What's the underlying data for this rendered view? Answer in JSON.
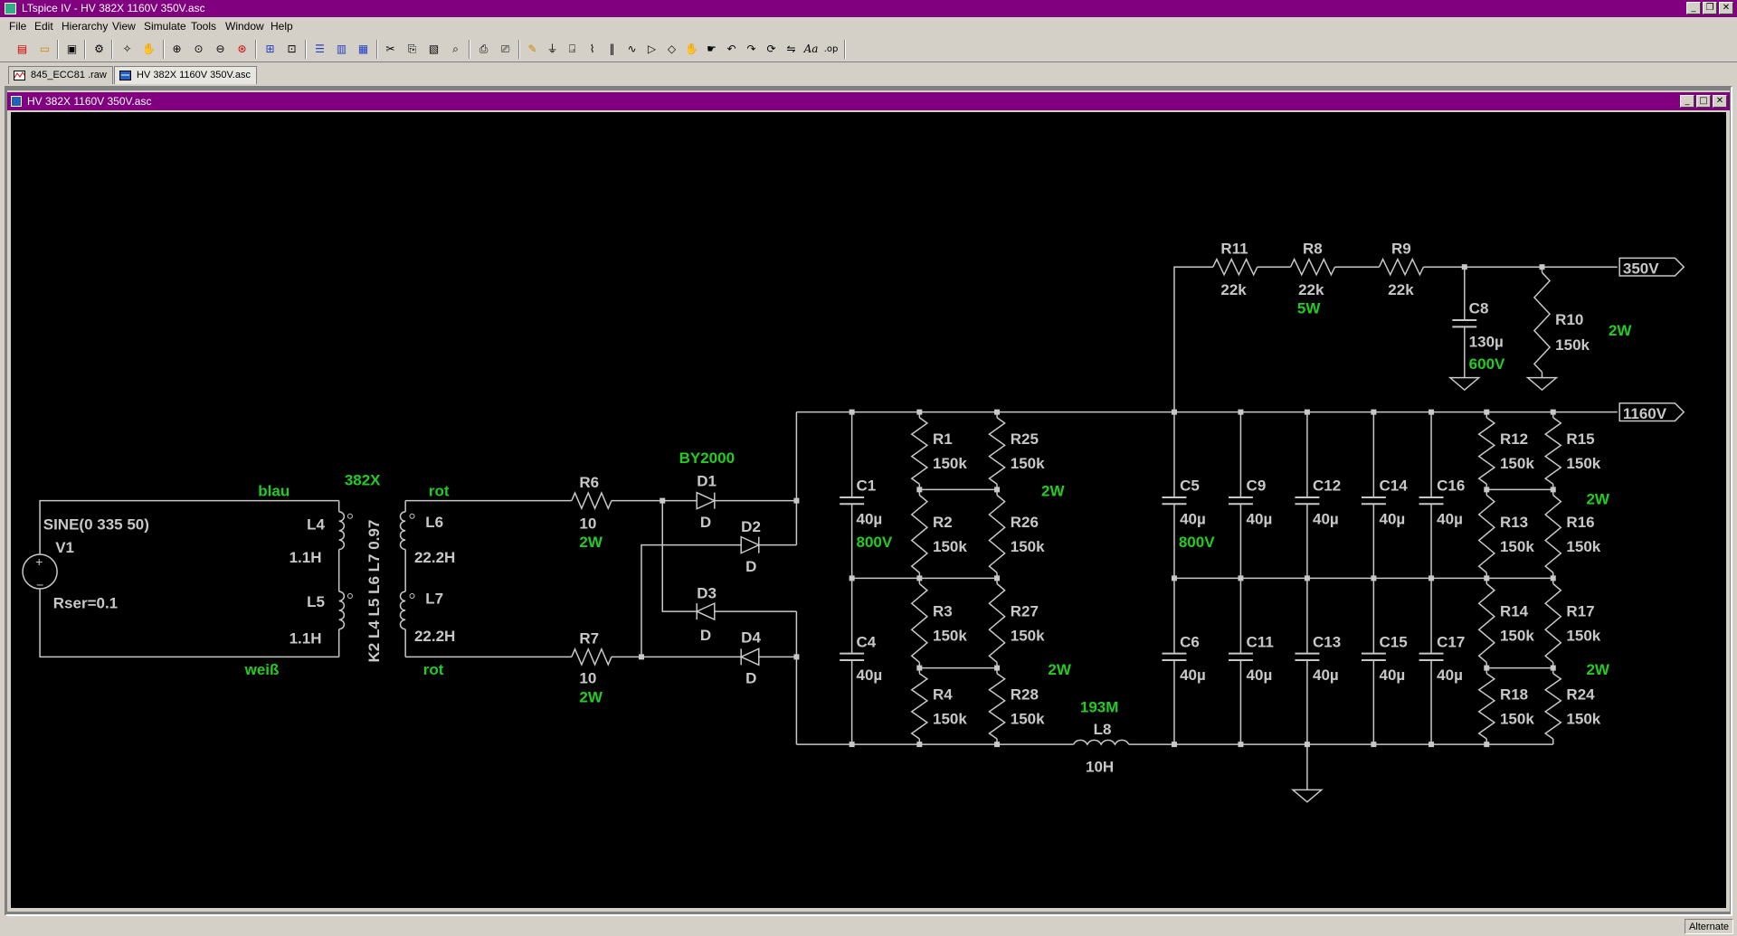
{
  "window": {
    "title": "LTspice IV - HV 382X 1160V 350V.asc"
  },
  "menu": [
    "File",
    "Edit",
    "Hierarchy",
    "View",
    "Simulate",
    "Tools",
    "Window",
    "Help"
  ],
  "tabs": [
    {
      "label": "845_ECC81 .raw"
    },
    {
      "label": "HV 382X 1160V 350V.asc"
    }
  ],
  "document": {
    "title": "HV 382X 1160V 350V.asc"
  },
  "status": {
    "mode": "Alternate"
  },
  "colors": {
    "titlebar": "#800080",
    "canvas": "#000000",
    "wire": "#c8c8c8",
    "note": "#22cc22"
  },
  "schematic": {
    "source": {
      "name": "V1",
      "value": "SINE(0 335 50)",
      "rser": "Rser=0.1"
    },
    "notes": {
      "blau": "blau",
      "weiss": "weiß",
      "rot_top": "rot",
      "rot_bottom": "rot",
      "x382": "382X",
      "by2000": "BY2000",
      "r6_power": "2W",
      "r7_power": "2W",
      "c1_voltage": "800V",
      "c5_voltage": "800V",
      "c8_voltage": "600V",
      "r_block1_power_top": "2W",
      "r_block1_power_bottom": "2W",
      "r_block2_power_top": "2W",
      "r_block2_power_bottom": "2W",
      "r8_power": "5W",
      "r10_power": "2W"
    },
    "coupling": "K2 L4 L5 L6 L7 0.97",
    "inductors": [
      {
        "name": "L4",
        "value": "1.1H"
      },
      {
        "name": "L5",
        "value": "1.1H"
      },
      {
        "name": "L6",
        "value": "22.2H"
      },
      {
        "name": "L7",
        "value": "22.2H"
      },
      {
        "name": "L8",
        "value": "10H"
      }
    ],
    "l8_extra": "193M",
    "resistors_in": [
      {
        "name": "R6",
        "value": "10"
      },
      {
        "name": "R7",
        "value": "10"
      }
    ],
    "diodes": [
      {
        "name": "D1",
        "model": "D"
      },
      {
        "name": "D2",
        "model": "D"
      },
      {
        "name": "D3",
        "model": "D"
      },
      {
        "name": "D4",
        "model": "D"
      }
    ],
    "caps_block1": [
      {
        "name": "C1",
        "value": "40µ"
      },
      {
        "name": "C4",
        "value": "40µ"
      }
    ],
    "res_block1": [
      {
        "name": "R1",
        "value": "150k"
      },
      {
        "name": "R25",
        "value": "150k"
      },
      {
        "name": "R2",
        "value": "150k"
      },
      {
        "name": "R26",
        "value": "150k"
      },
      {
        "name": "R3",
        "value": "150k"
      },
      {
        "name": "R27",
        "value": "150k"
      },
      {
        "name": "R4",
        "value": "150k"
      },
      {
        "name": "R28",
        "value": "150k"
      }
    ],
    "caps_top": [
      {
        "name": "C5",
        "value": "40µ"
      },
      {
        "name": "C9",
        "value": "40µ"
      },
      {
        "name": "C12",
        "value": "40µ"
      },
      {
        "name": "C14",
        "value": "40µ"
      },
      {
        "name": "C16",
        "value": "40µ"
      }
    ],
    "caps_bottom": [
      {
        "name": "C6",
        "value": "40µ"
      },
      {
        "name": "C11",
        "value": "40µ"
      },
      {
        "name": "C13",
        "value": "40µ"
      },
      {
        "name": "C15",
        "value": "40µ"
      },
      {
        "name": "C17",
        "value": "40µ"
      }
    ],
    "res_block2": [
      {
        "name": "R12",
        "value": "150k"
      },
      {
        "name": "R15",
        "value": "150k"
      },
      {
        "name": "R13",
        "value": "150k"
      },
      {
        "name": "R16",
        "value": "150k"
      },
      {
        "name": "R14",
        "value": "150k"
      },
      {
        "name": "R17",
        "value": "150k"
      },
      {
        "name": "R18",
        "value": "150k"
      },
      {
        "name": "R24",
        "value": "150k"
      }
    ],
    "res_top": [
      {
        "name": "R11",
        "value": "22k"
      },
      {
        "name": "R8",
        "value": "22k"
      },
      {
        "name": "R9",
        "value": "22k"
      }
    ],
    "c8": {
      "name": "C8",
      "value": "130µ"
    },
    "r10": {
      "name": "R10",
      "value": "150k"
    },
    "outputs": {
      "hv": "1160V",
      "lv": "350V"
    }
  }
}
